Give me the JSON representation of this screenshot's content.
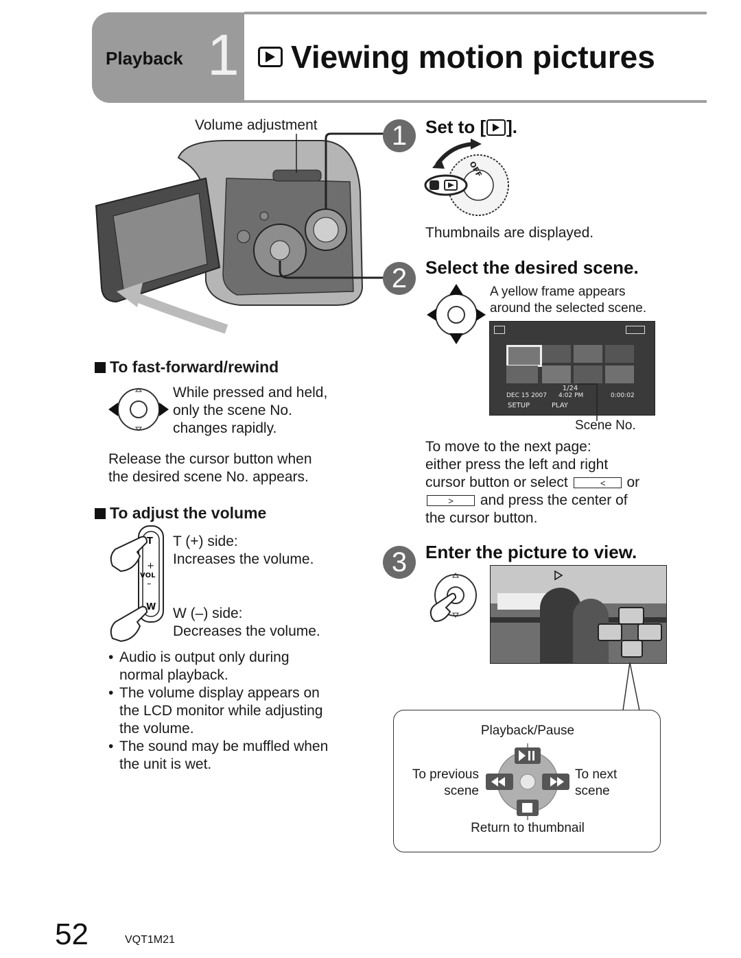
{
  "header": {
    "section": "Playback",
    "section_number": "1",
    "title": "Viewing motion pictures",
    "title_icon": "playback-mode-icon"
  },
  "left": {
    "volume_label": "Volume adjustment",
    "ffwd": {
      "heading": "To fast-forward/rewind",
      "desc": [
        "While pressed and held,",
        "only the scene No.",
        "changes rapidly."
      ],
      "release": [
        "Release the cursor button when",
        "the desired scene No. appears."
      ]
    },
    "volume": {
      "heading": "To adjust the volume",
      "t_side": "T (+) side:",
      "t_desc": "Increases the volume.",
      "w_side": "W (–) side:",
      "w_desc": "Decreases the volume.",
      "lever": {
        "t": "T",
        "plus": "+",
        "vol": "VOL",
        "minus": "–",
        "w": "W"
      }
    },
    "bullets": [
      [
        "Audio is output only during",
        "normal playback."
      ],
      [
        "The volume display appears on",
        "the LCD monitor while adjusting",
        "the volume."
      ],
      [
        "The sound may be muffled when",
        "the unit is wet."
      ]
    ]
  },
  "steps": [
    {
      "number": "1",
      "heading_prefix": "Set to [",
      "heading_suffix": "].",
      "note": "Thumbnails are displayed.",
      "dial_label": "OFF"
    },
    {
      "number": "2",
      "heading": "Select the desired scene.",
      "note": [
        "A yellow frame appears",
        "around the selected scene."
      ],
      "screen": {
        "page": "1/24",
        "date": "DEC 15 2007",
        "time": "4:02 PM",
        "counter": "0:00:02",
        "setup": "SETUP",
        "play": "PLAY"
      },
      "scene_no_label": "Scene No.",
      "move_text": {
        "line1": "To move to the next page:",
        "line2": "either press the left and right",
        "line3a": "cursor button or select",
        "line3b": "or",
        "line4": "and press the center of",
        "line5": "the cursor button."
      }
    },
    {
      "number": "3",
      "heading": "Enter the picture to view."
    }
  ],
  "popup": {
    "playback_pause": "Playback/Pause",
    "to_previous": [
      "To previous",
      "scene"
    ],
    "to_next": [
      "To next",
      "scene"
    ],
    "return": "Return to thumbnail"
  },
  "footer": {
    "page_number": "52",
    "code": "VQT1M21"
  }
}
